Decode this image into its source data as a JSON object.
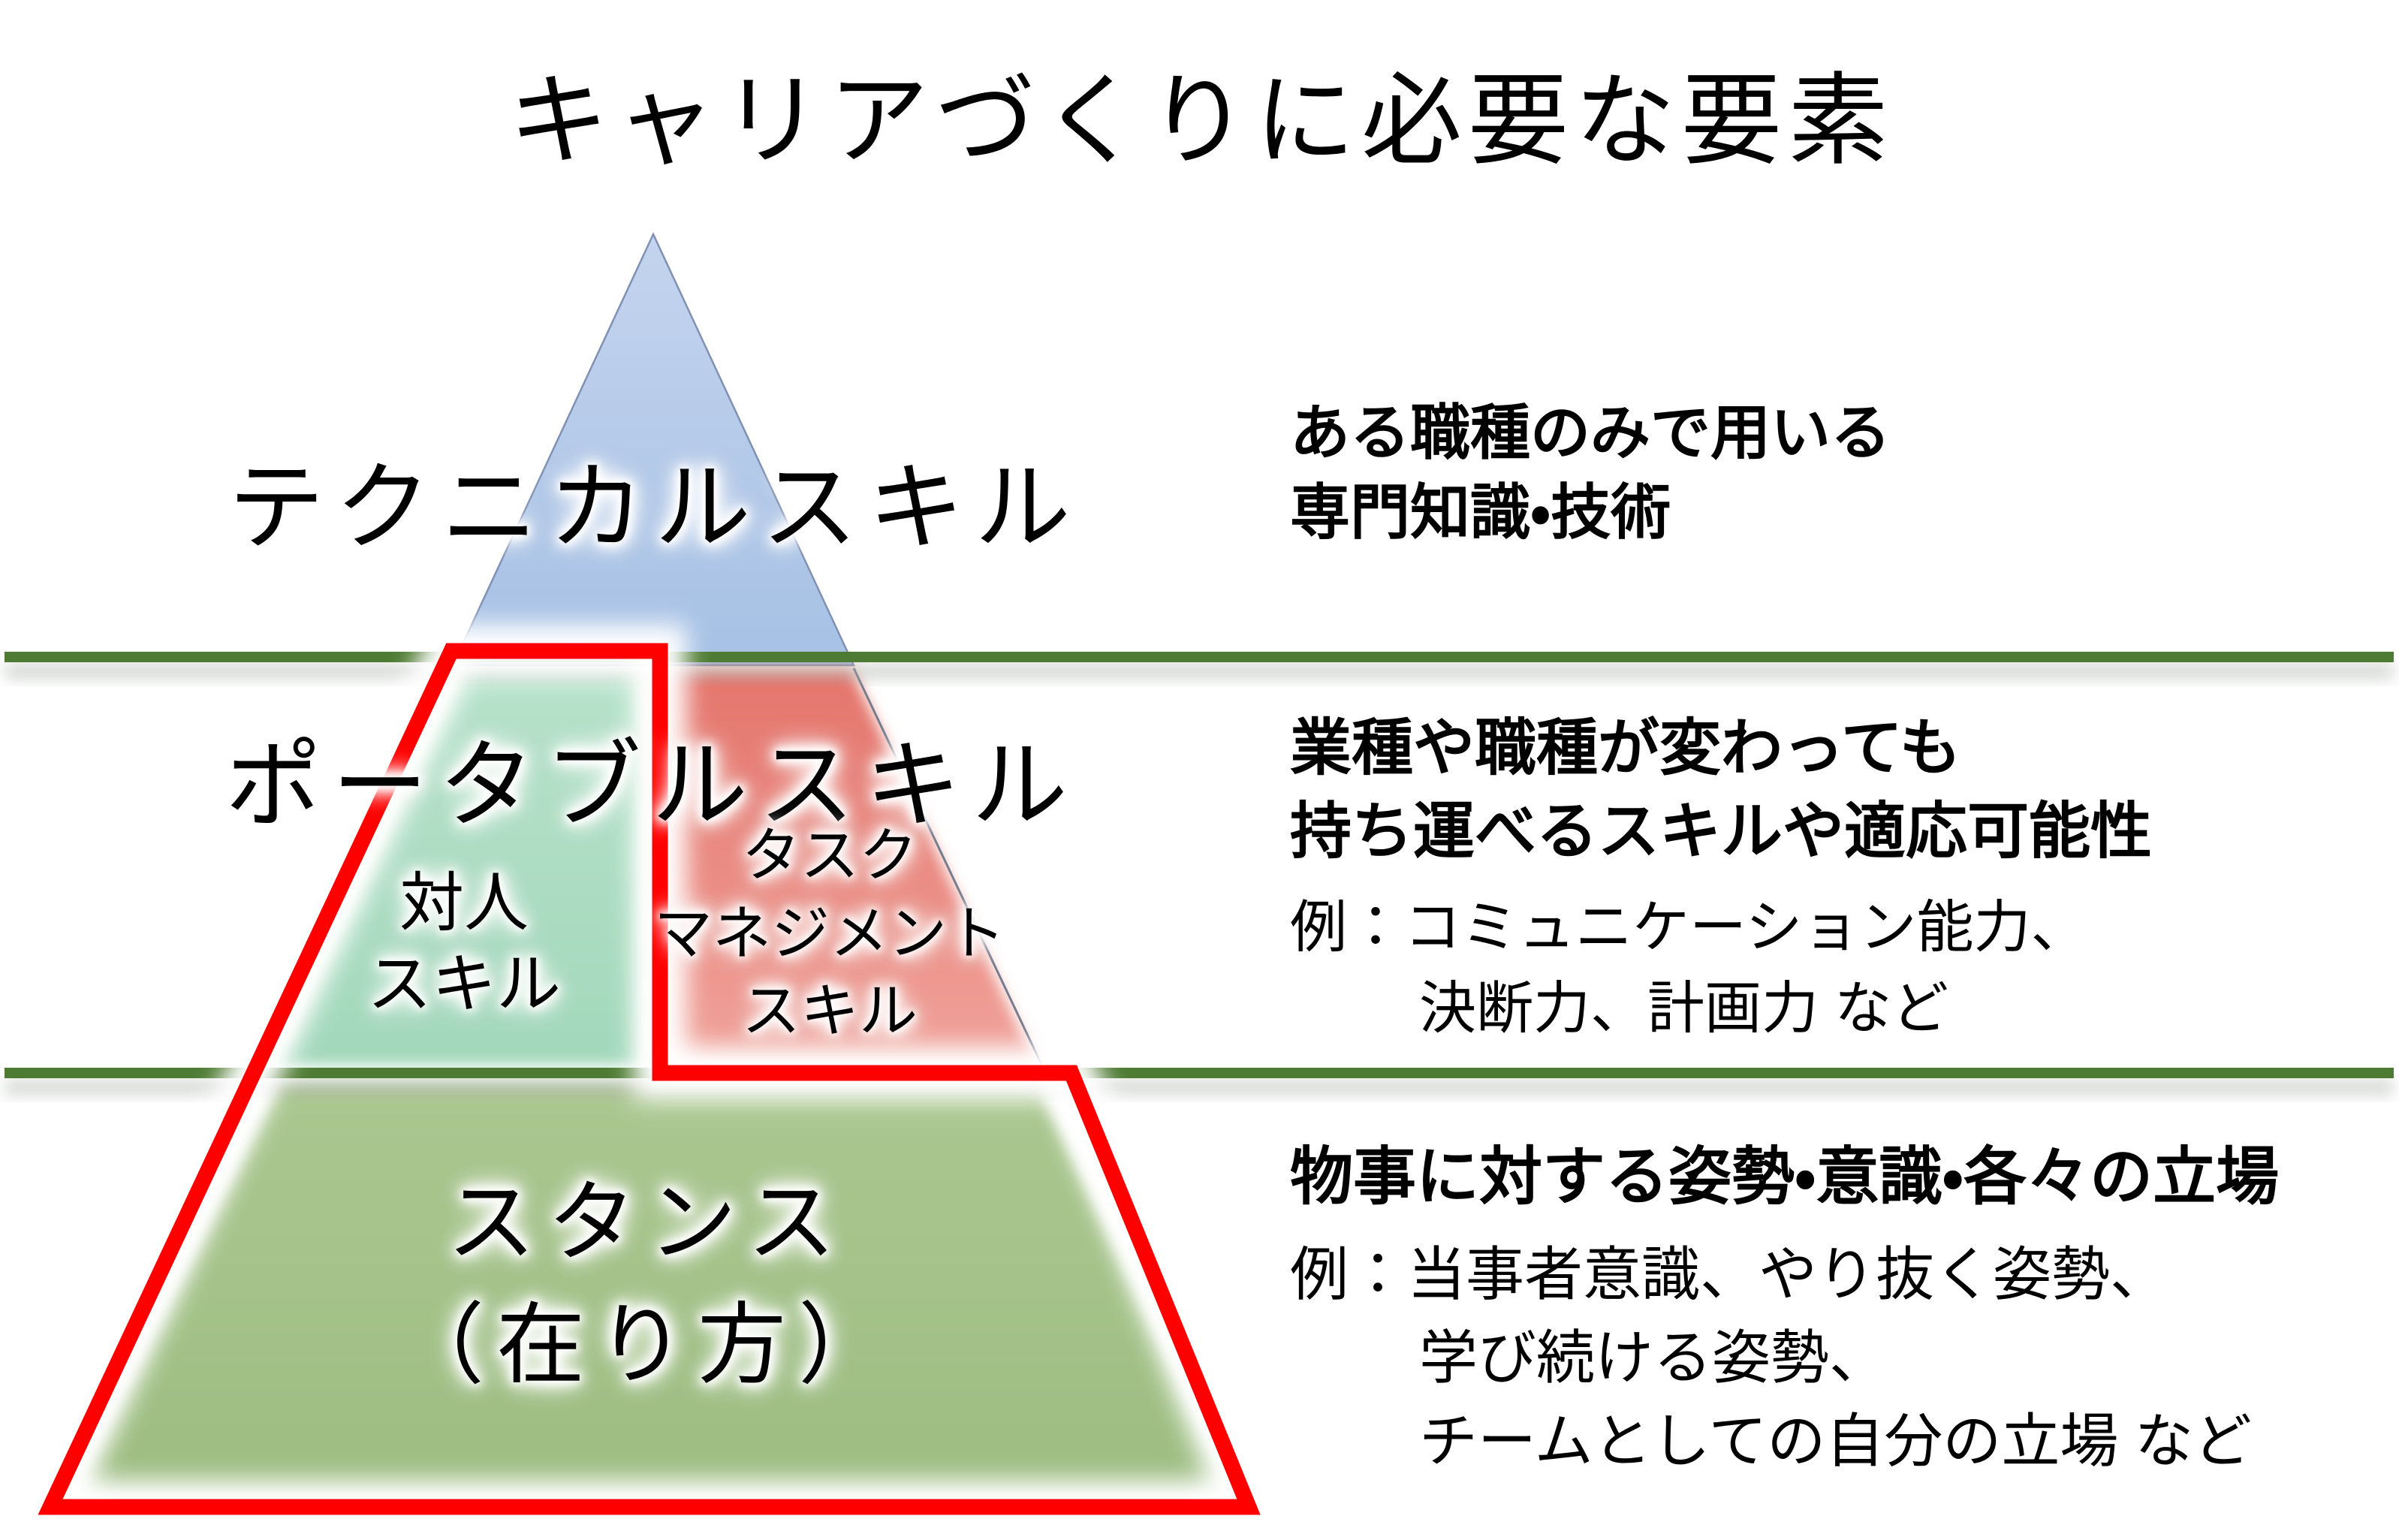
{
  "title": "キャリアづくりに必要な要素",
  "pyramid": {
    "tier1": {
      "label": "テクニカルスキル"
    },
    "tier2": {
      "label": "ポータブルスキル",
      "left": {
        "lines": [
          "対人",
          "スキル"
        ]
      },
      "right": {
        "lines": [
          "タスク",
          "マネジメント",
          "スキル"
        ]
      }
    },
    "tier3": {
      "lines": [
        "スタンス",
        "（在り方）"
      ]
    }
  },
  "annotations": {
    "technical": {
      "lines": [
        "ある職種のみで用いる",
        "専門知識・技術"
      ]
    },
    "portable": {
      "lines": [
        "業種や職種が変わっても",
        "持ち運べるスキルや適応可能性"
      ],
      "example_lines": [
        "例：コミュニケーション能力、",
        "決断力、計画力 など"
      ]
    },
    "stance": {
      "heading": "物事に対する姿勢・意識・各々の立場",
      "example_lines": [
        "例：当事者意識、やり抜く姿勢、",
        "学び続ける姿勢、",
        "チームとしての自分の立場 など"
      ]
    }
  },
  "colors": {
    "tier1_blue_top": "#c4d4ee",
    "tier1_blue_bottom": "#a6c1e5",
    "tier1_border": "#8091b4",
    "tier2_mint_top": "#b7e2ca",
    "tier2_mint_bottom": "#a3d8bb",
    "tier2_salmon_top": "#e4756c",
    "tier2_salmon_bottom": "#f0a29a",
    "tier3_green_top": "#abc791",
    "tier3_green_bottom": "#9dbd82",
    "divider_green": "#4e7b33",
    "outline_red": "#fe0000"
  }
}
